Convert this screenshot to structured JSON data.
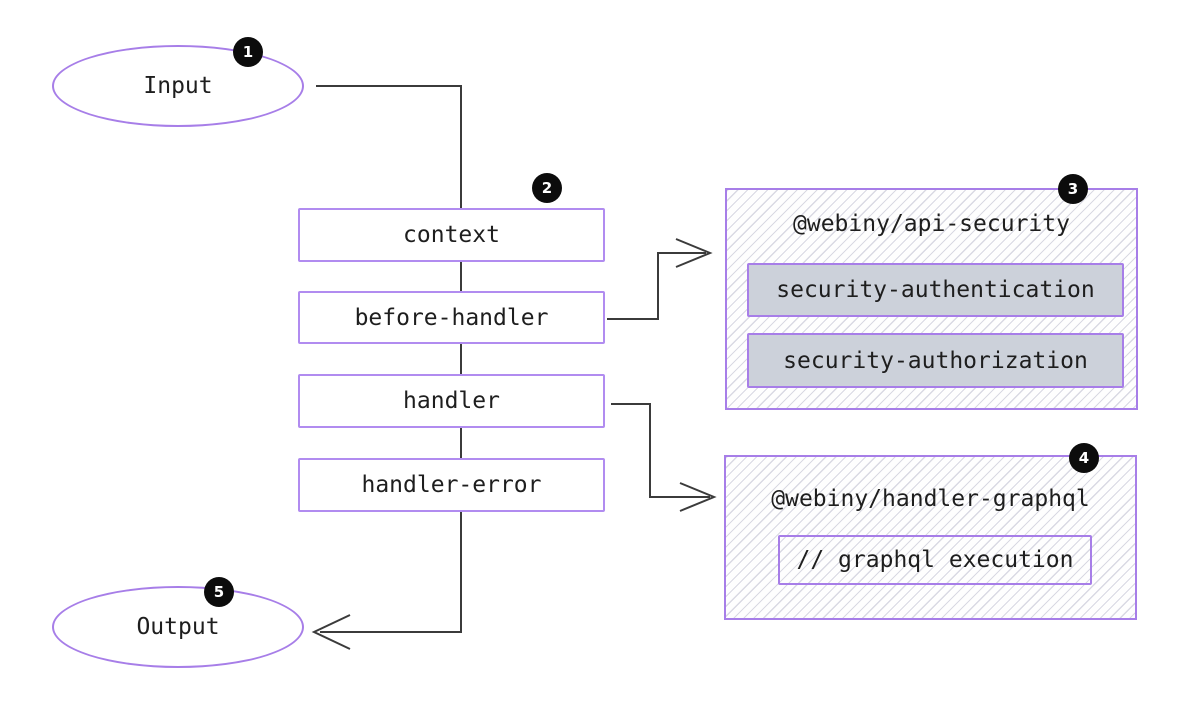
{
  "diagram": {
    "flow": {
      "input": {
        "label": "Input",
        "badge": "1"
      },
      "steps_badge": "2",
      "steps": [
        {
          "label": "context"
        },
        {
          "label": "before-handler"
        },
        {
          "label": "handler"
        },
        {
          "label": "handler-error"
        }
      ],
      "output": {
        "label": "Output",
        "badge": "5"
      }
    },
    "packages": [
      {
        "title": "@webiny/api-security",
        "badge": "3",
        "plugins": [
          "security-authentication",
          "security-authorization"
        ]
      },
      {
        "title": "@webiny/handler-graphql",
        "badge": "4",
        "plugins": [
          "// graphql execution"
        ]
      }
    ],
    "colors": {
      "accent_purple": "#a77ee8",
      "step_border": "#b18cf0",
      "connector": "#3b3b3b",
      "badge_bg": "#0c0c0c",
      "badge_text": "#ffffff",
      "plugin_fill": "#ccd1da",
      "hatch_stripe": "#d9d9e3",
      "text": "#1e1e1e"
    }
  }
}
